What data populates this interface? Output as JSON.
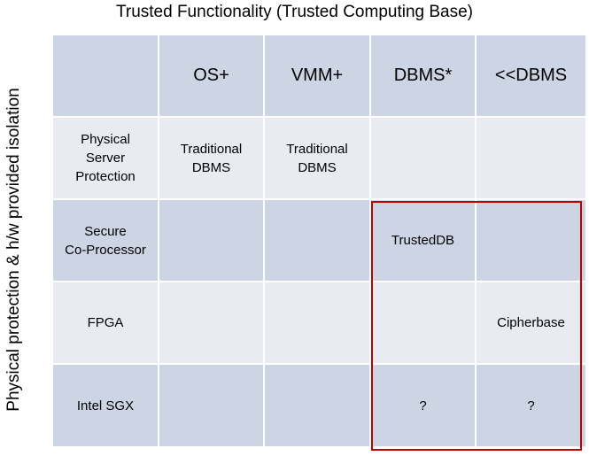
{
  "title": "Trusted Functionality (Trusted Computing Base)",
  "side_label": "Physical protection & h/w provided isolation",
  "columns": [
    "",
    "OS+",
    "VMM+",
    "DBMS*",
    "<<DBMS"
  ],
  "rows": [
    {
      "label": "Physical\nServer\nProtection",
      "cells": [
        "Traditional\nDBMS",
        "Traditional\nDBMS",
        "",
        ""
      ]
    },
    {
      "label": "Secure\nCo-Processor",
      "cells": [
        "",
        "",
        "TrustedDB",
        ""
      ]
    },
    {
      "label": "FPGA",
      "cells": [
        "",
        "",
        "",
        "Cipherbase"
      ]
    },
    {
      "label": "Intel SGX",
      "cells": [
        "",
        "",
        "?",
        "?"
      ]
    }
  ],
  "colors": {
    "dark_cell": "#cdd4e4",
    "light_cell": "#e8ebf2",
    "highlight": "#c00000"
  }
}
